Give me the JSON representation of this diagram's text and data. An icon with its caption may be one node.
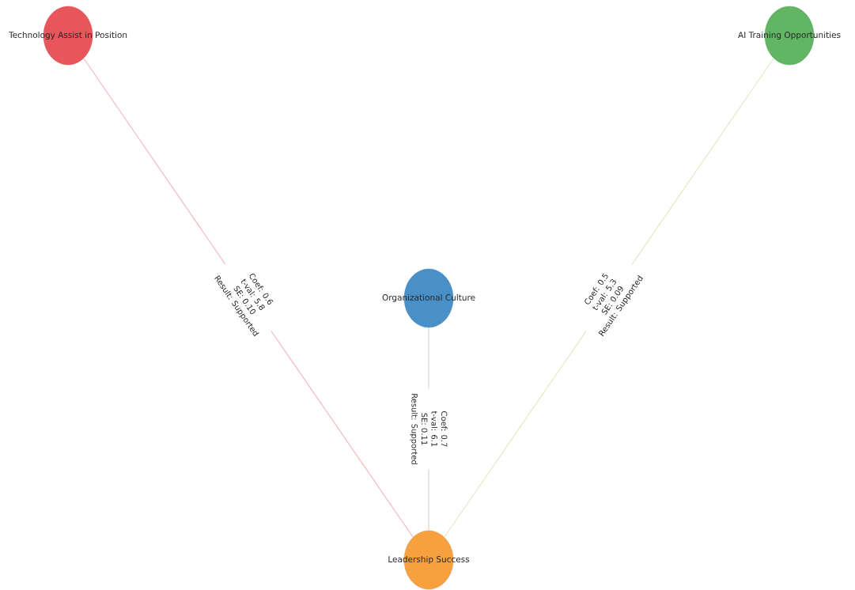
{
  "diagram": {
    "nodes": [
      {
        "text": [
          "Technology Assist in Position"
        ]
      },
      {
        "text": [
          "AI Training Opportunities"
        ]
      },
      {
        "text": [
          "Organizational Culture"
        ]
      },
      {
        "text": [
          "Leadership Success"
        ]
      }
    ],
    "edges": [
      {
        "from": 0,
        "to": 3,
        "arrow": "none",
        "label": "Coef: 0.6 t-val: 5.8 SE: 0.10 Result: Supported",
        "color": "#f4b8c0"
      },
      {
        "from": 2,
        "to": 3,
        "arrow": "none",
        "label": "Coef: 0.7 t-val: 6.1 SE: 0.11 Result: Supported",
        "color": "#d4d4d4"
      },
      {
        "from": 1,
        "to": 3,
        "arrow": "none",
        "label": "Coef: 0.5 t-val: 5.3 SE: 0.09 Result: Supported",
        "color": "#e2e8c4"
      }
    ]
  }
}
